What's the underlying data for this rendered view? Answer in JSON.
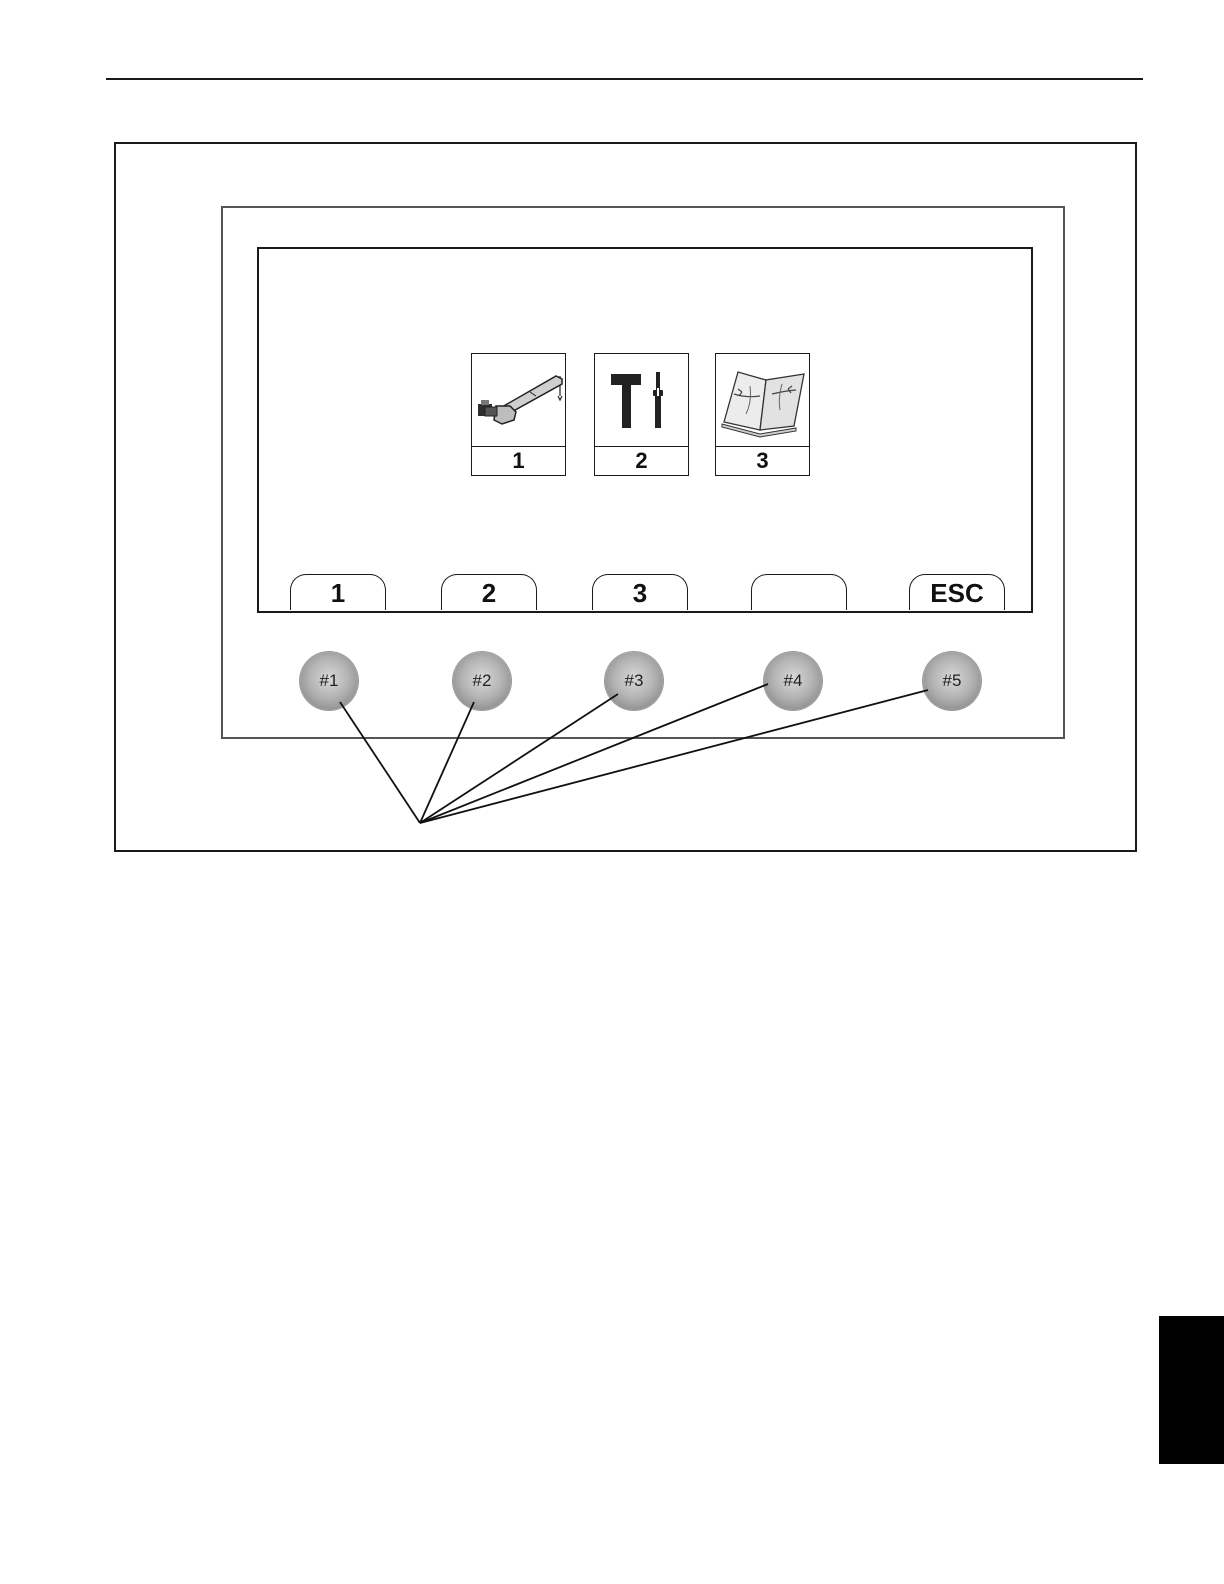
{
  "screen": {
    "menu_icons": [
      {
        "icon": "crane-boom-icon",
        "label": "1"
      },
      {
        "icon": "tools-icon",
        "label": "2"
      },
      {
        "icon": "manual-book-icon",
        "label": "3"
      }
    ],
    "softkeys": [
      "1",
      "2",
      "3",
      "",
      "ESC"
    ]
  },
  "hardware_buttons": [
    "#1",
    "#2",
    "#3",
    "#4",
    "#5"
  ]
}
